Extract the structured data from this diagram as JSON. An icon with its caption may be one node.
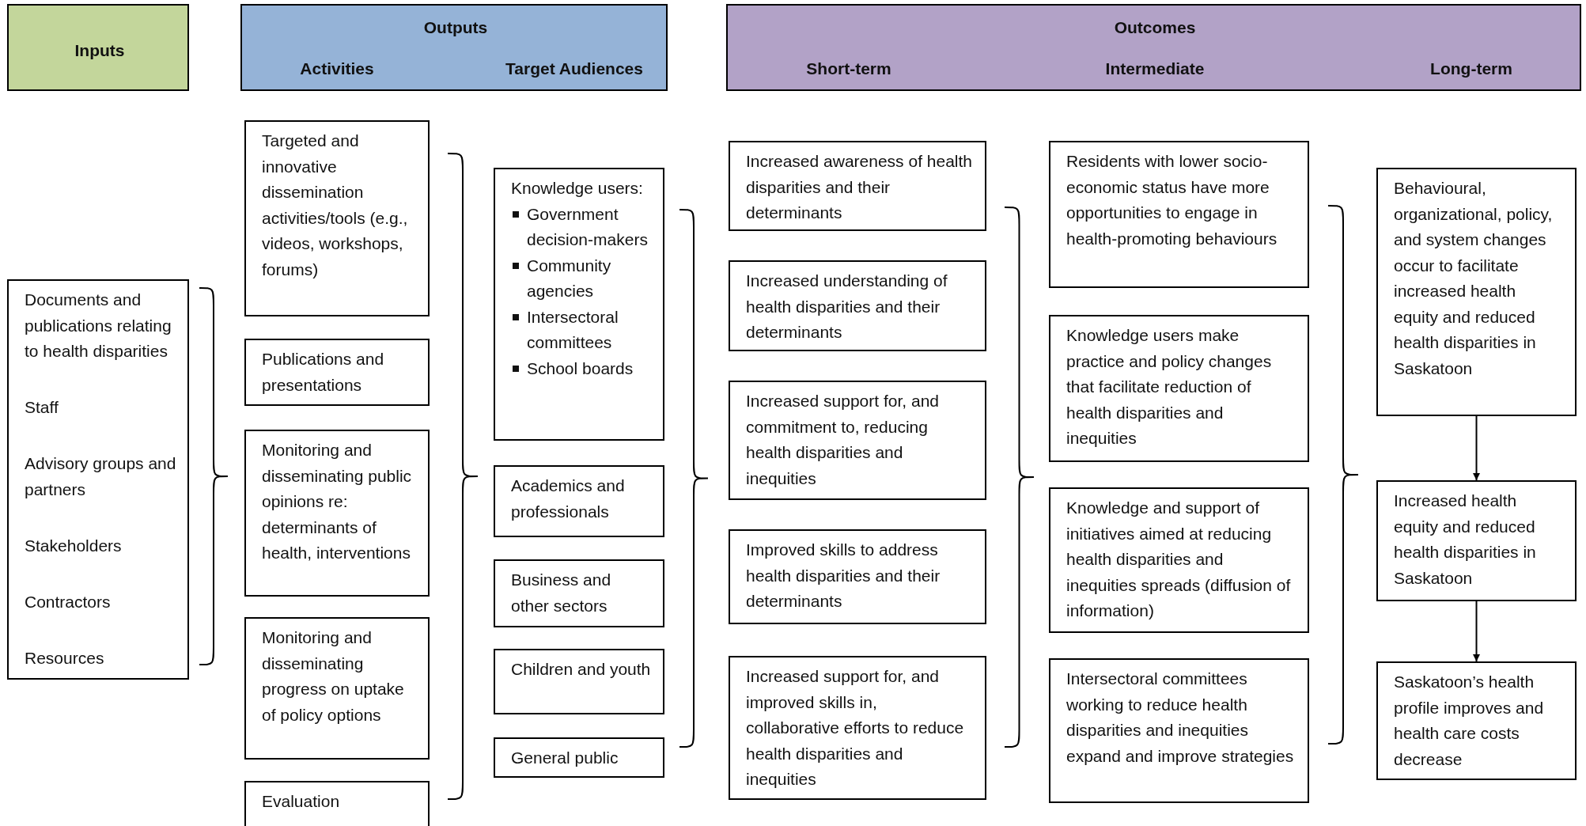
{
  "diagram": {
    "nodes": [
      {
        "text": [
          "Inputs"
        ]
      },
      {
        "text": [
          "Outputs",
          "Activities",
          "Target Audiences"
        ]
      },
      {
        "text": [
          "Outcomes",
          "Short-term",
          "Intermediate",
          "Long-term"
        ]
      },
      {
        "text": [
          "Documents and publications relating to health disparities",
          "Staff",
          "Advisory groups and partners",
          "Stakeholders",
          "Contractors",
          "Resources"
        ]
      },
      {
        "text": [
          "Targeted and innovative dissemination activities/tools (e.g., videos, workshops, forums)"
        ]
      },
      {
        "text": [
          "Publications and presentations"
        ]
      },
      {
        "text": [
          "Monitoring and disseminating public opinions re: determinants of health, interventions"
        ]
      },
      {
        "text": [
          "Monitoring and disseminating progress on uptake of policy options"
        ]
      },
      {
        "text": [
          "Evaluation"
        ]
      },
      {
        "text": [
          "Knowledge users:",
          "Government decision-makers",
          "Community agencies",
          "Intersectoral committees",
          "School boards"
        ]
      },
      {
        "text": [
          "Academics and professionals"
        ]
      },
      {
        "text": [
          "Business and other sectors"
        ]
      },
      {
        "text": [
          "Children and youth"
        ]
      },
      {
        "text": [
          "General public"
        ]
      },
      {
        "text": [
          "Increased awareness of health disparities and their determinants"
        ]
      },
      {
        "text": [
          "Increased understanding of health disparities and their determinants"
        ]
      },
      {
        "text": [
          "Increased support for, and commitment to, reducing health disparities and inequities"
        ]
      },
      {
        "text": [
          "Improved skills to address health disparities and their determinants"
        ]
      },
      {
        "text": [
          "Increased support for, and improved skills in, collaborative efforts to reduce health disparities and inequities"
        ]
      },
      {
        "text": [
          "Residents with lower socio-economic status have more opportunities to engage in health-promoting behaviours"
        ]
      },
      {
        "text": [
          "Knowledge users make practice and policy changes that facilitate reduction of health disparities and inequities"
        ]
      },
      {
        "text": [
          "Knowledge and support of initiatives aimed at reducing health disparities and inequities spreads (diffusion of information)"
        ]
      },
      {
        "text": [
          "Intersectoral committees working to reduce health disparities and inequities expand and improve strategies"
        ]
      },
      {
        "text": [
          "Behavioural, organizational, policy, and system changes occur to facilitate increased health equity and reduced health disparities in Saskatoon"
        ]
      },
      {
        "text": [
          "Increased health equity and reduced health disparities in Saskatoon"
        ]
      },
      {
        "text": [
          "Saskatoon’s health profile improves and health care costs decrease"
        ]
      }
    ],
    "edges": [
      {
        "from": 23,
        "to": 24,
        "arrow": "to"
      },
      {
        "from": 24,
        "to": 25,
        "arrow": "to"
      }
    ]
  }
}
